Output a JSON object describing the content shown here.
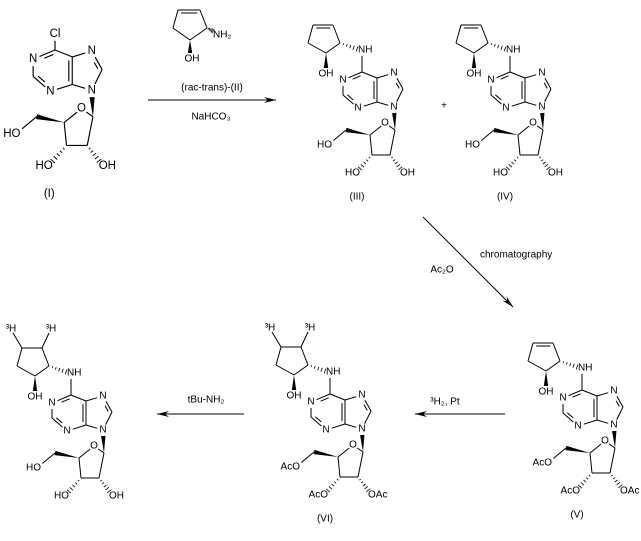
{
  "atoms": {
    "N": "N",
    "O": "O",
    "NH": "NH",
    "OH": "OH",
    "HO": "HO",
    "Cl": "Cl",
    "AcO": "AcO",
    "OAc": "OAc",
    "T": "³H",
    "NH2": "NH₂"
  },
  "compounds": [
    {
      "id": "I",
      "label": "(I)",
      "top": "Cl",
      "sugar": "OH"
    },
    {
      "id": "III",
      "label": "(III)",
      "top": "cyclopentene",
      "sugar": "OH"
    },
    {
      "id": "IV",
      "label": "(IV)",
      "top": "cyclopentene",
      "sugar": "OH"
    },
    {
      "id": "V",
      "label": "(V)",
      "top": "cyclopentene",
      "sugar": "OAc"
    },
    {
      "id": "VI",
      "label": "(VI)",
      "top": "tritiated-cyclopentane",
      "sugar": "OAc"
    },
    {
      "id": "product",
      "label": "",
      "top": "tritiated-cyclopentane",
      "sugar": "OH"
    }
  ],
  "plus": "+",
  "steps": [
    {
      "above": "(rac-trans)-(II)",
      "below": "NaHCO₃"
    },
    {
      "right": "chromatography",
      "left": "Ac₂O"
    },
    {
      "above": "³H₂, Pt"
    },
    {
      "above": "tBu-NH₂"
    }
  ]
}
